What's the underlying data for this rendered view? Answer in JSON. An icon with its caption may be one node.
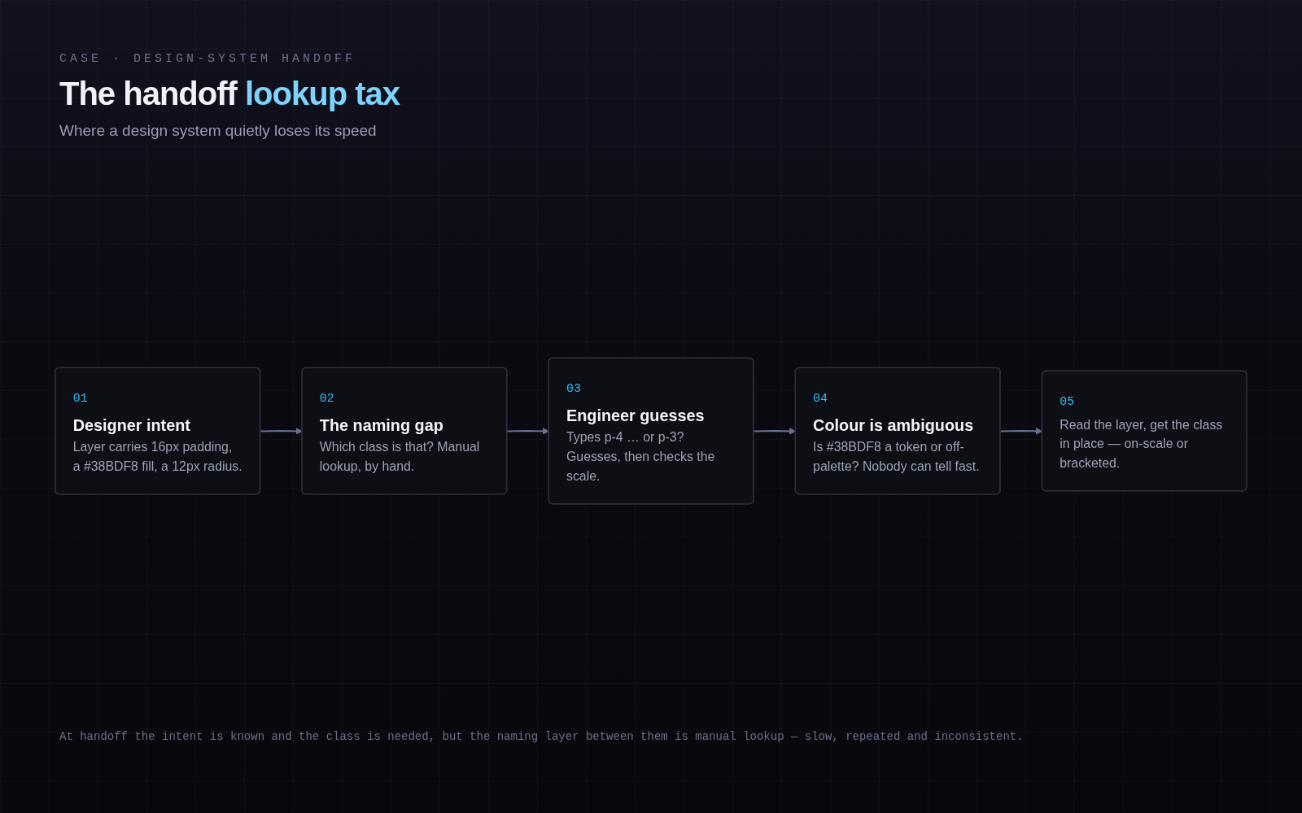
{
  "diagram": {
    "title": "The handoff lookup tax",
    "caption": "At handoff the intent is known and the class is needed, but the naming layer between them is manual lookup — slow, repeated and inconsistent.",
    "nodes": [
      {
        "text": [
          "01",
          "Designer intent",
          "Layer carries 16px padding, a #38BDF8 fill, a 12px radius."
        ]
      },
      {
        "text": [
          "02",
          "The naming gap",
          "Which class is that? Manual lookup, by hand."
        ]
      },
      {
        "text": [
          "03",
          "Engineer guesses",
          "Types p-4 … or p-3? Guesses, then checks the scale."
        ]
      },
      {
        "text": [
          "04",
          "Colour is ambiguous",
          "Is #38BDF8 a token or off-palette? Nobody can tell fast."
        ]
      },
      {
        "text": [
          "05",
          "Read the layer, get the class in place — on-scale or bracketed."
        ]
      }
    ],
    "edges": [
      {
        "from": 0,
        "to": 1,
        "arrow": "to"
      },
      {
        "from": 1,
        "to": 2,
        "arrow": "to"
      },
      {
        "from": 2,
        "to": 3,
        "arrow": "to"
      },
      {
        "from": 3,
        "to": 4,
        "arrow": "to"
      }
    ],
    "labels": [
      "CASE · DESIGN-SYSTEM HANDOFF",
      "Where a design system quietly loses its speed"
    ]
  }
}
